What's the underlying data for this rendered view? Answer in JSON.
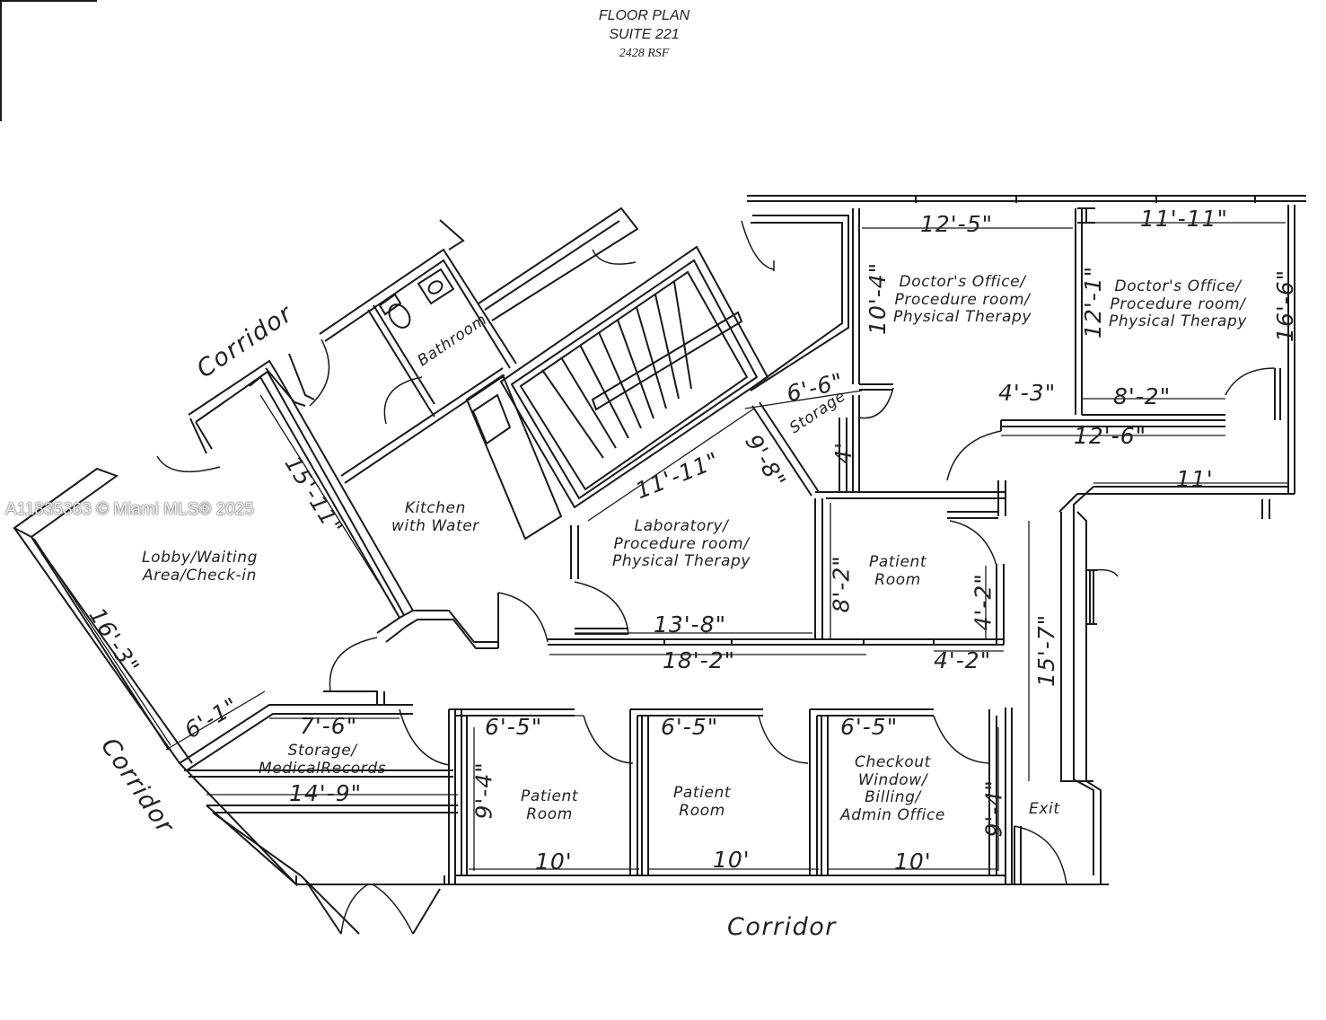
{
  "header": {
    "title": "FLOOR PLAN",
    "suite": "SUITE 221",
    "area": "2428 RSF"
  },
  "watermark": "A11835363 © Miami MLS® 2025",
  "rooms": {
    "doctor_office_1": [
      "Doctor's Office/",
      "Procedure room/",
      "Physical Therapy"
    ],
    "doctor_office_2": [
      "Doctor's Office/",
      "Procedure room/",
      "Physical Therapy"
    ],
    "bathroom": "Bathroom",
    "storage": "Storage",
    "kitchen": [
      "Kitchen",
      "with Water"
    ],
    "laboratory": [
      "Laboratory/",
      "Procedure room/",
      "Physical Therapy"
    ],
    "lobby": [
      "Lobby/Waiting",
      "Area/Check-in"
    ],
    "patient_room_1": [
      "Patient",
      "Room"
    ],
    "patient_room_2": [
      "Patient",
      "Room"
    ],
    "patient_room_3": [
      "Patient",
      "Room"
    ],
    "storage_records": [
      "Storage/",
      "MedicalRecords"
    ],
    "checkout": [
      "Checkout",
      "Window/",
      "Billing/",
      "Admin Office"
    ],
    "exit": "Exit"
  },
  "corridors": {
    "upper_left": "Corridor",
    "lower_left": "Corridor",
    "bottom": "Corridor"
  },
  "dimensions": {
    "d_12_5": "12'-5\"",
    "d_11_11_top": "11'-11\"",
    "d_10_4": "10'-4\"",
    "d_12_1": "12'-1\"",
    "d_16_6": "16'-6\"",
    "d_4_3": "4'-3\"",
    "d_8_2_top": "8'-2\"",
    "d_12_6": "12'-6\"",
    "d_11": "11'",
    "d_6_6": "6'-6\"",
    "d_4": "4'",
    "d_9_8": "9'-8\"",
    "d_11_11_lab": "11'-11\"",
    "d_15_11": "15'-11\"",
    "d_16_3": "16'-3\"",
    "d_8_2_patient": "8'-2\"",
    "d_4_2_a": "4'-2\"",
    "d_4_2_b": "4'-2\"",
    "d_13_8": "13'-8\"",
    "d_18_2": "18'-2\"",
    "d_15_7": "15'-7\"",
    "d_6_1": "6'-1\"",
    "d_7_6": "7'-6\"",
    "d_14_9": "14'-9\"",
    "d_6_5_a": "6'-5\"",
    "d_6_5_b": "6'-5\"",
    "d_6_5_c": "6'-5\"",
    "d_9_4_a": "9'-4\"",
    "d_9_4_b": "9'-4\"",
    "d_10_a": "10'",
    "d_10_b": "10'",
    "d_10_c": "10'"
  }
}
